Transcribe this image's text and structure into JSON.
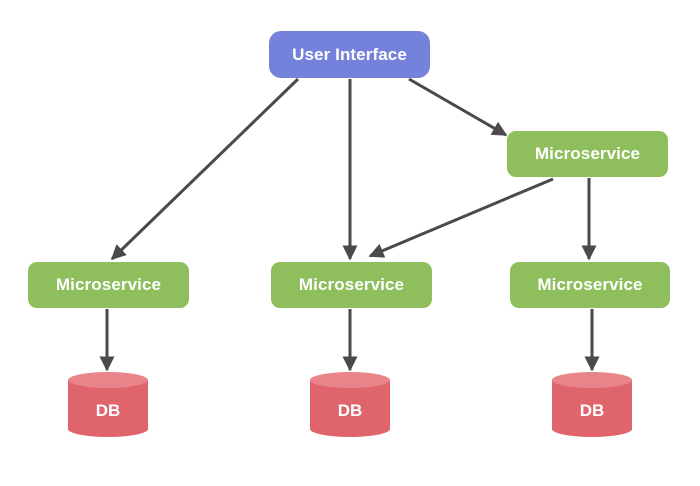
{
  "diagram": {
    "user_interface": {
      "label": "User Interface",
      "color": "#7482dc"
    },
    "microservices": [
      {
        "id": "svc-top",
        "label": "Microservice"
      },
      {
        "id": "svc-left",
        "label": "Microservice"
      },
      {
        "id": "svc-mid",
        "label": "Microservice"
      },
      {
        "id": "svc-right",
        "label": "Microservice"
      }
    ],
    "microservice_color": "#8fbe5d",
    "databases": [
      {
        "id": "db-left",
        "label": "DB"
      },
      {
        "id": "db-mid",
        "label": "DB"
      },
      {
        "id": "db-right",
        "label": "DB"
      }
    ],
    "database_color": "#e0646c",
    "arrow_color": "#4a4a4a",
    "edges": [
      {
        "from": "User Interface",
        "to": "Microservice (top right)"
      },
      {
        "from": "User Interface",
        "to": "Microservice (left)"
      },
      {
        "from": "User Interface",
        "to": "Microservice (middle)"
      },
      {
        "from": "Microservice (top right)",
        "to": "Microservice (middle)"
      },
      {
        "from": "Microservice (top right)",
        "to": "Microservice (right)"
      },
      {
        "from": "Microservice (left)",
        "to": "DB (left)"
      },
      {
        "from": "Microservice (middle)",
        "to": "DB (middle)"
      },
      {
        "from": "Microservice (right)",
        "to": "DB (right)"
      }
    ]
  }
}
